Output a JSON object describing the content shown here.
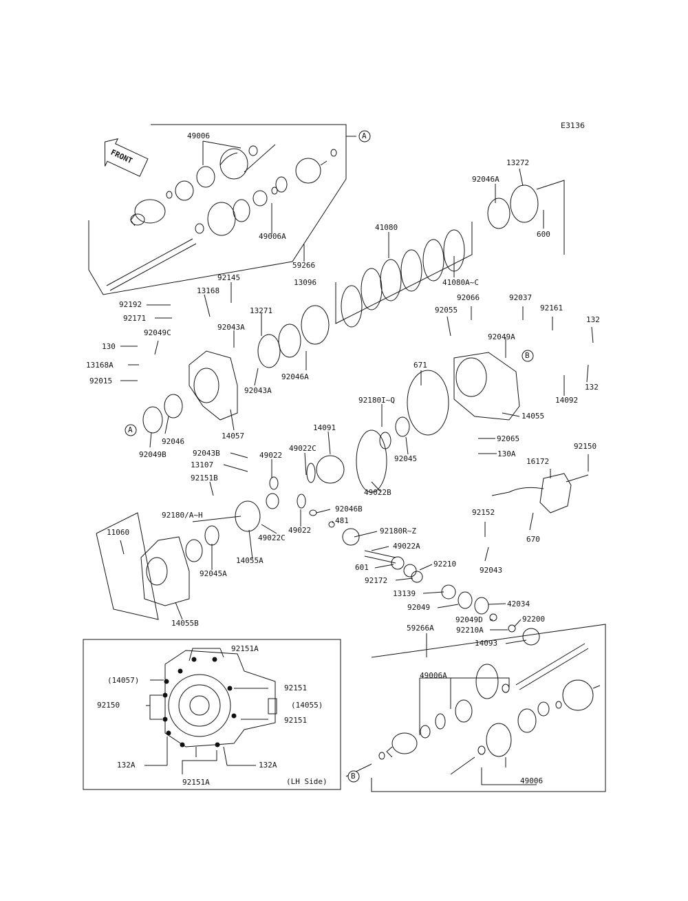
{
  "figure_code": "E3136",
  "front_label": "FRONT",
  "inset_caption": "(LH Side)",
  "callouts": {
    "a1": "A",
    "a2": "A",
    "b1": "B",
    "b2": "B"
  },
  "parts": {
    "p49006_top": "49006",
    "p49006A_top": "49006A",
    "p59266": "59266",
    "p41080": "41080",
    "p41080AC": "41080A~C",
    "p92046A_top": "92046A",
    "p13272": "13272",
    "p600": "600",
    "p92145": "92145",
    "p13168": "13168",
    "p13096": "13096",
    "p92192": "92192",
    "p92171": "92171",
    "p13271": "13271",
    "p92043A_1": "92043A",
    "p130": "130",
    "p92049C": "92049C",
    "p13168A": "13168A",
    "p92015": "92015",
    "p92046A_mid": "92046A",
    "p92043A_2": "92043A",
    "p92046": "92046",
    "p14057": "14057",
    "p92049B": "92049B",
    "p92055": "92055",
    "p92066": "92066",
    "p92037": "92037",
    "p92161": "92161",
    "p132_1": "132",
    "p92049A": "92049A",
    "p132_2": "132",
    "p671": "671",
    "p14092": "14092",
    "p14055": "14055",
    "p92180IQ": "92180I~Q",
    "p14091": "14091",
    "p92045": "92045",
    "p92065": "92065",
    "p130A": "130A",
    "p92043B": "92043B",
    "p49022_1": "49022",
    "p49022C_1": "49022C",
    "p13107": "13107",
    "p49022B": "49022B",
    "p92151B": "92151B",
    "p92150_top": "92150",
    "p16172": "16172",
    "p92180AH": "92180/A~H",
    "p92046B": "92046B",
    "p481": "481",
    "p49022_2": "49022",
    "p49022C_2": "49022C",
    "p92180RZ": "92180R~Z",
    "p11060": "11060",
    "p92152": "92152",
    "p670": "670",
    "p49022A": "49022A",
    "p14055A": "14055A",
    "p92045A": "92045A",
    "p601": "601",
    "p92210": "92210",
    "p92043": "92043",
    "p92172": "92172",
    "p13139": "13139",
    "p42034": "42034",
    "p92049": "92049",
    "p14055B": "14055B",
    "p92049D": "92049D",
    "p92200": "92200",
    "p59266A": "59266A",
    "p92210A": "92210A",
    "p14093": "14093",
    "p49006A_bot": "49006A",
    "p49006_bot": "49006",
    "i92151A_top": "92151A",
    "i14057": "(14057)",
    "i92151_1": "92151",
    "i92150": "92150",
    "i14055": "(14055)",
    "i92151_2": "92151",
    "i132A_1": "132A",
    "i132A_2": "132A",
    "i92151A_bot": "92151A"
  }
}
